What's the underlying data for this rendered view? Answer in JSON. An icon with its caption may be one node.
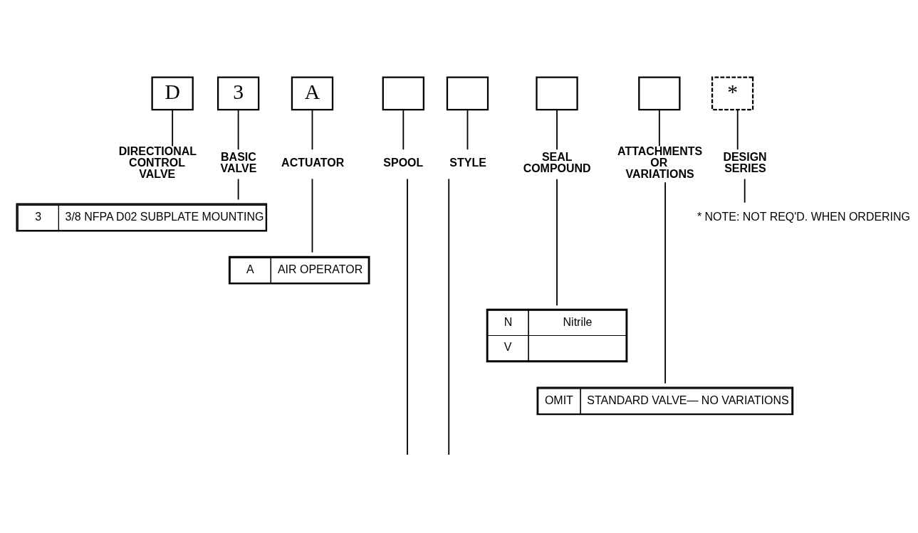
{
  "diagram": {
    "nodes": [
      {
        "text": [
          "D"
        ]
      },
      {
        "text": [
          "3"
        ]
      },
      {
        "text": [
          "A"
        ]
      },
      {
        "text": [],
        "shape": "box"
      },
      {
        "text": [],
        "shape": "box"
      },
      {
        "text": [],
        "shape": "box"
      },
      {
        "text": [],
        "shape": "box"
      },
      {
        "text": [
          "*"
        ]
      },
      {
        "text": [
          "DIRECTIONAL CONTROL VALVE"
        ]
      },
      {
        "text": [
          "BASIC VALVE"
        ]
      },
      {
        "text": [
          "ACTUATOR"
        ]
      },
      {
        "text": [
          "SPOOL"
        ]
      },
      {
        "text": [
          "STYLE"
        ]
      },
      {
        "text": [
          "SEAL COMPOUND"
        ]
      },
      {
        "text": [
          "ATTACHMENTS OR VARIATIONS"
        ]
      },
      {
        "text": [
          "DESIGN SERIES"
        ]
      },
      {
        "text": [
          "3",
          "3/8 NFPA D02 SUBPLATE MOUNTING"
        ]
      },
      {
        "text": [
          "A",
          "AIR OPERATOR"
        ]
      },
      {
        "text": [
          "N",
          "Nitrile",
          "V"
        ]
      },
      {
        "text": [
          "OMIT",
          "STANDARD VALVE— NO VARIATIONS"
        ]
      },
      {
        "text": [
          "* NOTE: NOT REQ'D. WHEN ORDERING"
        ]
      }
    ],
    "edges": [
      {
        "from": 0,
        "to": 8,
        "arrow": "none"
      },
      {
        "from": 1,
        "to": 9,
        "arrow": "none"
      },
      {
        "from": 2,
        "to": 10,
        "arrow": "none"
      },
      {
        "from": 3,
        "to": 11,
        "arrow": "none"
      },
      {
        "from": 4,
        "to": 12,
        "arrow": "none"
      },
      {
        "from": 5,
        "to": 13,
        "arrow": "none"
      },
      {
        "from": 6,
        "to": 14,
        "arrow": "none"
      },
      {
        "from": 7,
        "to": 15,
        "arrow": "none"
      },
      {
        "from": 9,
        "to": 16,
        "arrow": "none"
      },
      {
        "from": 10,
        "to": 17,
        "arrow": "none"
      },
      {
        "from": 11,
        "to": null,
        "arrow": "none"
      },
      {
        "from": 12,
        "to": null,
        "arrow": "none"
      },
      {
        "from": 13,
        "to": 18,
        "arrow": "none"
      },
      {
        "from": 14,
        "to": 19,
        "arrow": "none"
      },
      {
        "from": 15,
        "to": 20,
        "arrow": "none"
      }
    ]
  }
}
